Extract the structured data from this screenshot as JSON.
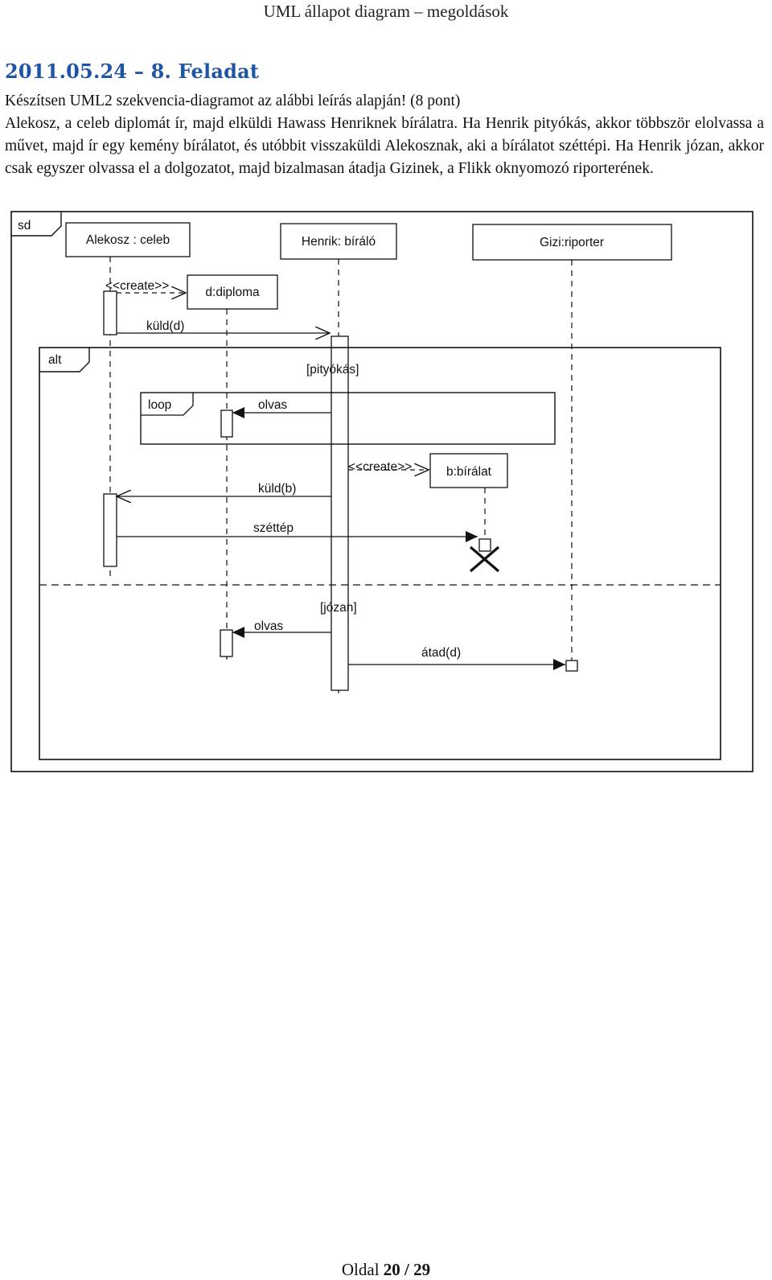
{
  "page": {
    "header_title": "UML állapot diagram – megoldások",
    "section_heading": "2011.05.24 – 8. Feladat",
    "task_line": "Készítsen UML2 szekvencia-diagramot az alábbi leírás alapján! (8 pont)",
    "task_description": "Alekosz, a celeb diplomát ír, majd elküldi Hawass Henriknek bírálatra. Ha Henrik pityókás, akkor többször elolvassa a művet, majd ír egy kemény bírálatot, és utóbbit visszaküldi Alekosznak, aki a bírálatot széttépi. Ha Henrik józan, akkor csak egyszer olvassa el a dolgozatot, majd bizalmasan átadja Gizinek, a Flikk oknyomozó riporterének.",
    "footer_prefix": "Oldal ",
    "footer_current": "20",
    "footer_sep": " / ",
    "footer_total": "29"
  },
  "diagram": {
    "frame_label": "sd",
    "lifelines": {
      "alekosz": "Alekosz : celeb",
      "henrik": "Henrik: bíráló",
      "gizi": "Gizi:riporter",
      "diploma": "d:diploma",
      "biralat": "b:bírálat"
    },
    "fragments": {
      "alt": "alt",
      "loop": "loop",
      "guard_1": "[pityókás]",
      "guard_2": "[józan]"
    },
    "messages": {
      "create_1": "<<create>>",
      "kuld_d": "küld(d)",
      "olvas_1": "olvas",
      "create_2": "<<create>>",
      "kuld_b": "küld(b)",
      "szettep": "széttép",
      "olvas_2": "olvas",
      "atad_d": "átad(d)"
    }
  }
}
